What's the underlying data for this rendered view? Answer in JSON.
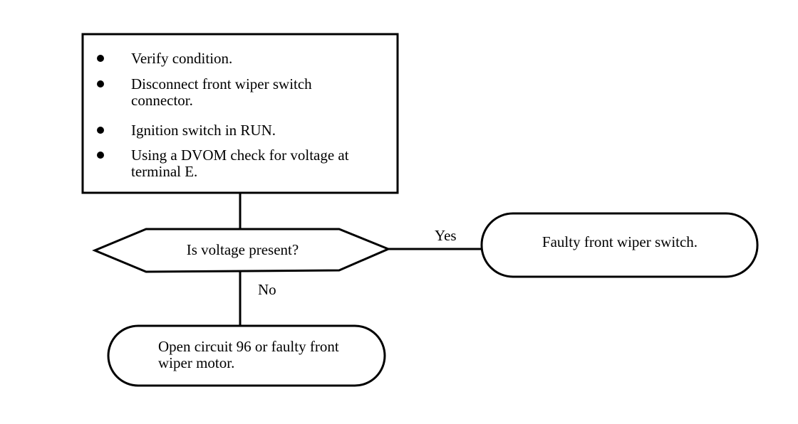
{
  "steps": [
    "Verify condition.",
    "Disconnect front wiper switch connector.",
    "Ignition switch in RUN.",
    "Using a DVOM check for voltage at terminal E."
  ],
  "decision": {
    "question": "Is voltage present?"
  },
  "yes_branch": {
    "label": "Yes",
    "result": "Faulty front wiper switch."
  },
  "no_branch": {
    "label": "No",
    "result": "Open circuit 96 or faulty front wiper motor."
  },
  "colors": {
    "stroke": "#000000",
    "background": "#ffffff"
  }
}
